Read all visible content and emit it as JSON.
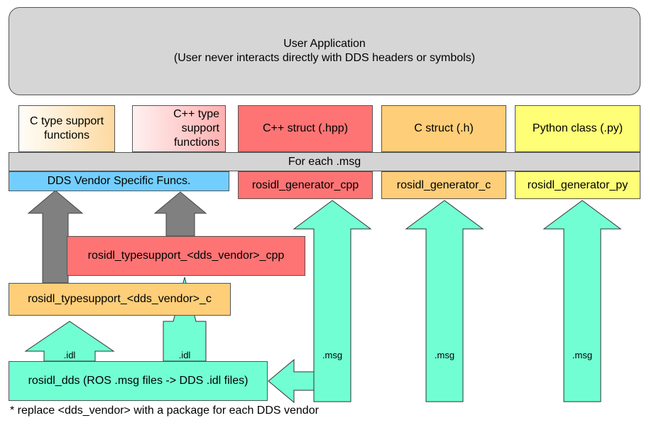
{
  "user_app": {
    "title": "User Application",
    "subtitle": "(User never interacts directly with DDS headers or symbols)"
  },
  "top_boxes": {
    "c_type_support": "C type support functions",
    "cpp_type_support": "C++ type support functions",
    "cpp_struct": "C++ struct (.hpp)",
    "c_struct": "C struct (.h)",
    "python_class": "Python class (.py)"
  },
  "for_each_msg": "For each .msg",
  "dds_vendor_funcs": "DDS Vendor Specific Funcs.",
  "generators": {
    "cpp": "rosidl_generator_cpp",
    "c": "rosidl_generator_c",
    "py": "rosidl_generator_py"
  },
  "typesupport_cpp": "rosidl_typesupport_<dds_vendor>_cpp",
  "typesupport_c": "rosidl_typesupport_<dds_vendor>_c",
  "rosidl_dds": "rosidl_dds (ROS .msg files -> DDS .idl files)",
  "arrow_labels": {
    "idl_left": ".idl",
    "idl_right": ".idl",
    "msg_cpp": ".msg",
    "msg_c": ".msg",
    "msg_py": ".msg"
  },
  "footnote": "* replace <dds_vendor> with a package for each DDS vendor",
  "colors": {
    "user_app": "#d6d6d6",
    "c_type_support": "#fde2b8",
    "cpp_type_support": "#ffcfcf",
    "red": "#fe7474",
    "orange": "#fece79",
    "yellow": "#fefe77",
    "blue": "#72cefe",
    "for_each": "#d4d4d4",
    "teal_arrow": "#72fed3",
    "gray_arrow": "#808080"
  }
}
